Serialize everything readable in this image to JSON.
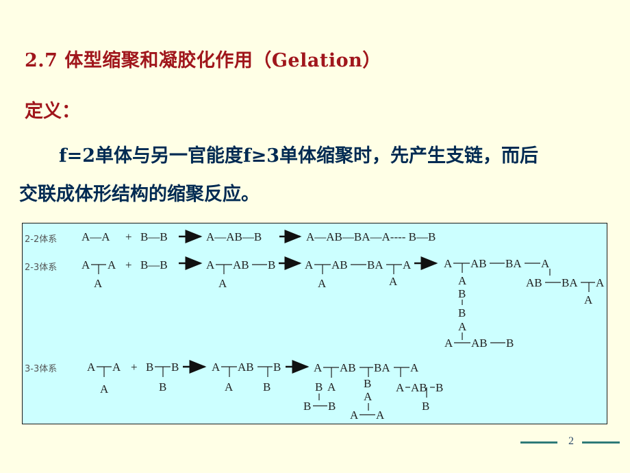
{
  "slide": {
    "title": "2.7 体型缩聚和凝胶化作用（Gelation）",
    "definition_label": "定义：",
    "paragraph_line1": "f=2单体与另一官能度f≥3单体缩聚时，先产生支链，而后",
    "paragraph_line2": "交联成体形结构的缩聚反应。",
    "page_number": "2"
  },
  "diagram": {
    "row1": {
      "label": "2-2体系",
      "reactant1": "A—A",
      "plus": "+",
      "reactant2": "B—B",
      "product1": "A—AB—B",
      "product2": "A—AB—BA—A---- B—B"
    },
    "row2": {
      "label": "2-3体系",
      "plus": "+",
      "reactant2": "B—B",
      "t_a": "A",
      "t_aa": "A",
      "t_ab": "AB",
      "t_b": "B",
      "t_ba": "BA"
    },
    "row3": {
      "label": "3-3体系",
      "plus": "+",
      "t_a": "A",
      "t_b": "B",
      "t_ab": "AB",
      "t_ba": "BA"
    }
  },
  "colors": {
    "title": "#a0161c",
    "text": "#002a52",
    "background": "#ffffe6",
    "diagram_bg": "#ccffff",
    "footer": "#2e7a78"
  }
}
